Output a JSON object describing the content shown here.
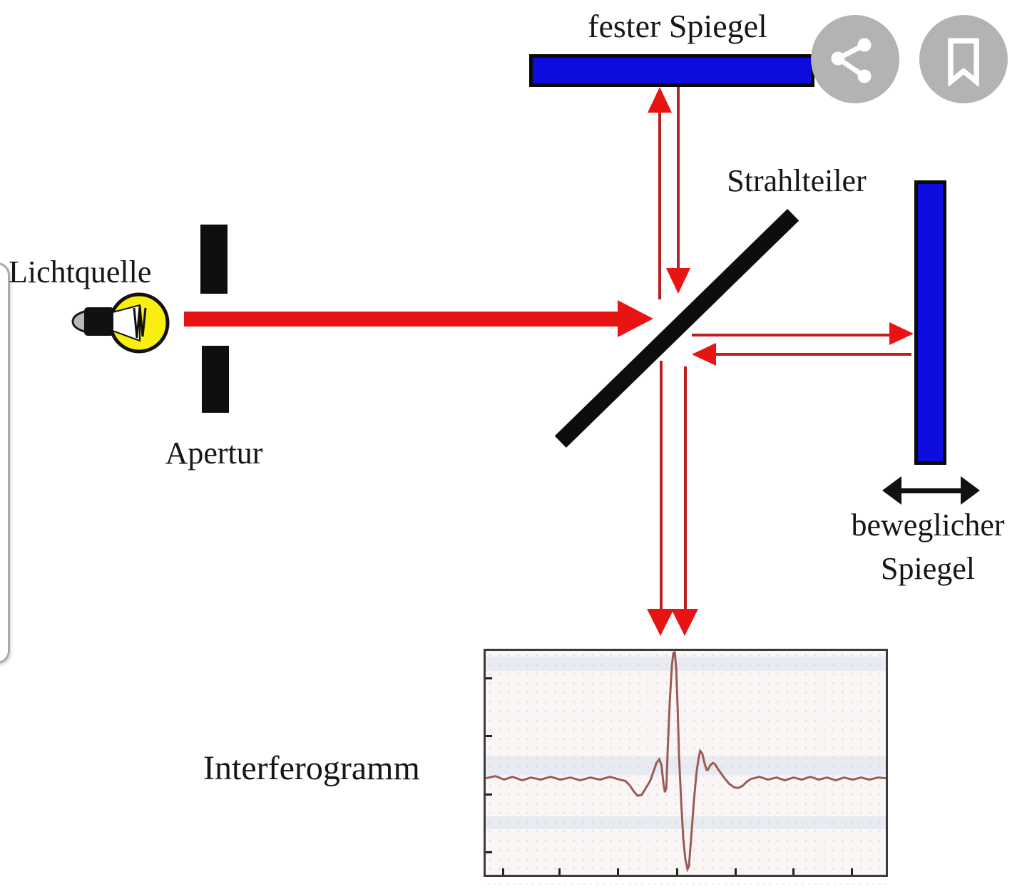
{
  "labels": {
    "fixed_mirror": "fester Spiegel",
    "beam_splitter": "Strahlteiler",
    "light_source": "Lichtquelle",
    "aperture": "Apertur",
    "movable_mirror_line1": "beweglicher",
    "movable_mirror_line2": "Spiegel",
    "interferogram": "Interferogramm"
  },
  "icons": {
    "share": "share-icon",
    "bookmark": "bookmark-icon",
    "light_source": "light-bulb-icon"
  },
  "colors": {
    "mirror_blue": "#0d0de0",
    "beam_red": "#e81414",
    "beam_line_red": "#bb2020",
    "splitter_black": "#0d0d0d",
    "button_gray": "#b3b3b3",
    "icon_white": "#ffffff",
    "curve_color": "#9a5a52",
    "text_color": "#161616"
  },
  "chart_data": {
    "type": "line",
    "title": "Interferogramm",
    "xlabel": "",
    "ylabel": "",
    "legend": null,
    "grid": "faint dotted",
    "axis_tick_labels": "none visible",
    "coordinate_space": "plot-relative pixels, x 0-567 left to right, y 0-320 top to bottom, baseline y=182",
    "baseline_y": 182,
    "x_ticks": [
      23,
      102,
      184,
      267,
      349,
      430,
      512
    ],
    "y_ticks": [
      37,
      118,
      200,
      281
    ],
    "points": [
      [
        0,
        182
      ],
      [
        14,
        179
      ],
      [
        26,
        184
      ],
      [
        38,
        180
      ],
      [
        52,
        185
      ],
      [
        64,
        181
      ],
      [
        78,
        184
      ],
      [
        92,
        180
      ],
      [
        106,
        184
      ],
      [
        120,
        181
      ],
      [
        134,
        185
      ],
      [
        148,
        181
      ],
      [
        162,
        184
      ],
      [
        176,
        180
      ],
      [
        190,
        184
      ],
      [
        198,
        186
      ],
      [
        204,
        192
      ],
      [
        210,
        201
      ],
      [
        215,
        207
      ],
      [
        221,
        206
      ],
      [
        227,
        196
      ],
      [
        233,
        186
      ],
      [
        238,
        172
      ],
      [
        242,
        160
      ],
      [
        246,
        155
      ],
      [
        249,
        163
      ],
      [
        252,
        190
      ],
      [
        254,
        202
      ],
      [
        256,
        196
      ],
      [
        258,
        140
      ],
      [
        261,
        70
      ],
      [
        264,
        20
      ],
      [
        266,
        3
      ],
      [
        268,
        2
      ],
      [
        270,
        25
      ],
      [
        272,
        80
      ],
      [
        274,
        150
      ],
      [
        277,
        215
      ],
      [
        280,
        268
      ],
      [
        283,
        298
      ],
      [
        286,
        312
      ],
      [
        288,
        308
      ],
      [
        291,
        270
      ],
      [
        295,
        215
      ],
      [
        299,
        172
      ],
      [
        302,
        152
      ],
      [
        304,
        143
      ],
      [
        307,
        147
      ],
      [
        310,
        160
      ],
      [
        313,
        170
      ],
      [
        315,
        170
      ],
      [
        318,
        164
      ],
      [
        322,
        160
      ],
      [
        325,
        162
      ],
      [
        330,
        170
      ],
      [
        337,
        180
      ],
      [
        345,
        190
      ],
      [
        352,
        195
      ],
      [
        358,
        196
      ],
      [
        364,
        193
      ],
      [
        370,
        187
      ],
      [
        376,
        183
      ],
      [
        388,
        180
      ],
      [
        400,
        184
      ],
      [
        412,
        181
      ],
      [
        424,
        185
      ],
      [
        436,
        181
      ],
      [
        448,
        184
      ],
      [
        460,
        180
      ],
      [
        472,
        184
      ],
      [
        484,
        181
      ],
      [
        496,
        185
      ],
      [
        508,
        181
      ],
      [
        520,
        184
      ],
      [
        532,
        181
      ],
      [
        544,
        184
      ],
      [
        556,
        181
      ],
      [
        567,
        182
      ]
    ]
  }
}
